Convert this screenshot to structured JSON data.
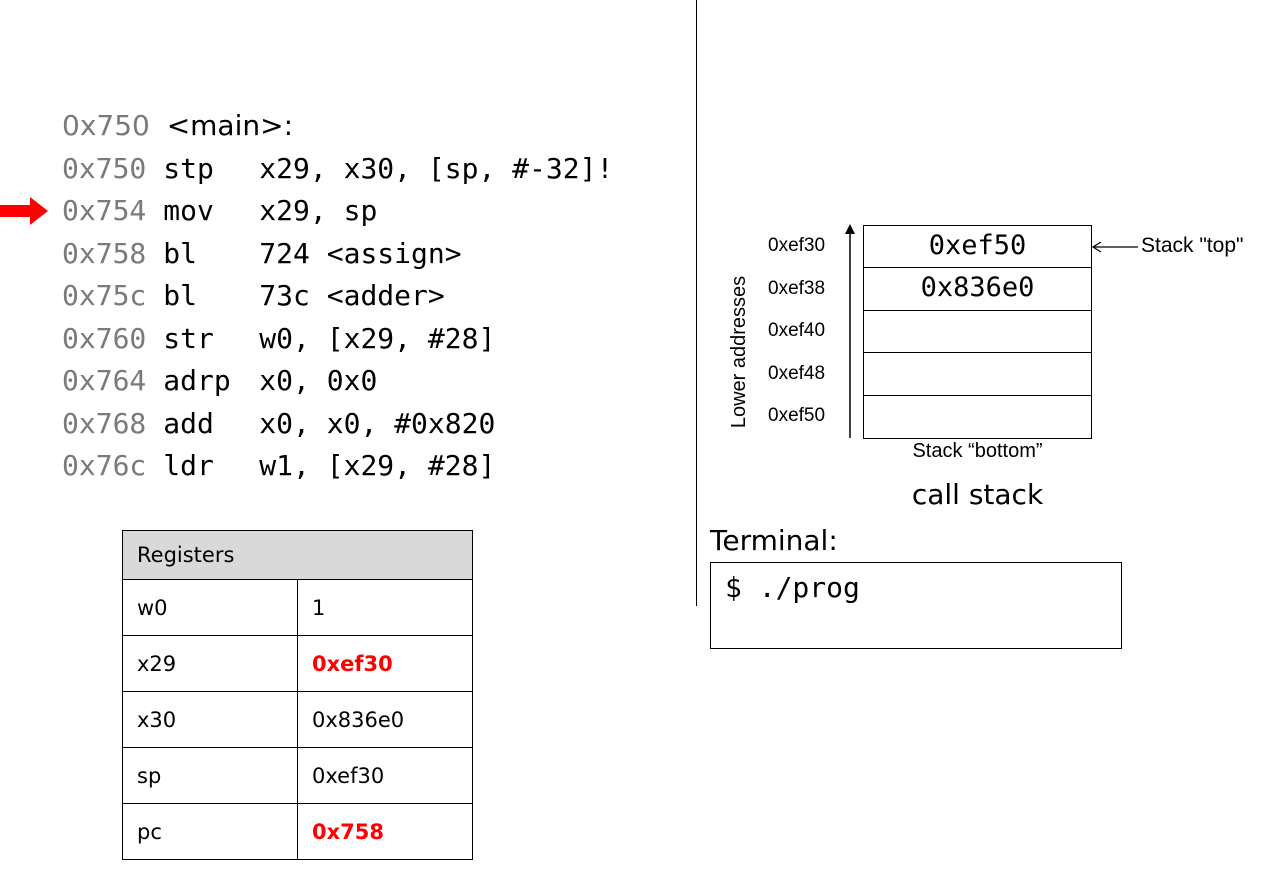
{
  "code": {
    "function_address": "0x750",
    "function_label": "<main>:",
    "lines": [
      {
        "addr": "0x750",
        "mnem": "stp",
        "operands": "x29, x30, [sp, #-32]!"
      },
      {
        "addr": "0x754",
        "mnem": "mov",
        "operands": "x29, sp"
      },
      {
        "addr": "0x758",
        "mnem": "bl",
        "operands": "724 <assign>"
      },
      {
        "addr": "0x75c",
        "mnem": "bl",
        "operands": "73c <adder>"
      },
      {
        "addr": "0x760",
        "mnem": "str",
        "operands": "w0, [x29, #28]"
      },
      {
        "addr": "0x764",
        "mnem": "adrp",
        "operands": "x0, 0x0"
      },
      {
        "addr": "0x768",
        "mnem": "add",
        "operands": "x0, x0, #0x820"
      },
      {
        "addr": "0x76c",
        "mnem": "ldr",
        "operands": "w1, [x29, #28]"
      }
    ],
    "current_line_index": 1,
    "pointer_color": "#ff0000"
  },
  "registers": {
    "title": "Registers",
    "highlight_color": "#ff0000",
    "rows": [
      {
        "name": "w0",
        "value": "1",
        "changed": false
      },
      {
        "name": "x29",
        "value": "0xef30",
        "changed": true
      },
      {
        "name": "x30",
        "value": "0x836e0",
        "changed": false
      },
      {
        "name": "sp",
        "value": "0xef30",
        "changed": false
      },
      {
        "name": "pc",
        "value": "0x758",
        "changed": true
      }
    ]
  },
  "stack": {
    "axis_label": "Lower addresses",
    "top_label": "Stack \"top\"",
    "bottom_label": "Stack “bottom”",
    "caption": "call stack",
    "cells": [
      {
        "address": "0xef30",
        "value": "0xef50"
      },
      {
        "address": "0xef38",
        "value": "0x836e0"
      },
      {
        "address": "0xef40",
        "value": ""
      },
      {
        "address": "0xef48",
        "value": ""
      },
      {
        "address": "0xef50",
        "value": ""
      }
    ]
  },
  "terminal": {
    "label": "Terminal:",
    "text": "$ ./prog"
  }
}
